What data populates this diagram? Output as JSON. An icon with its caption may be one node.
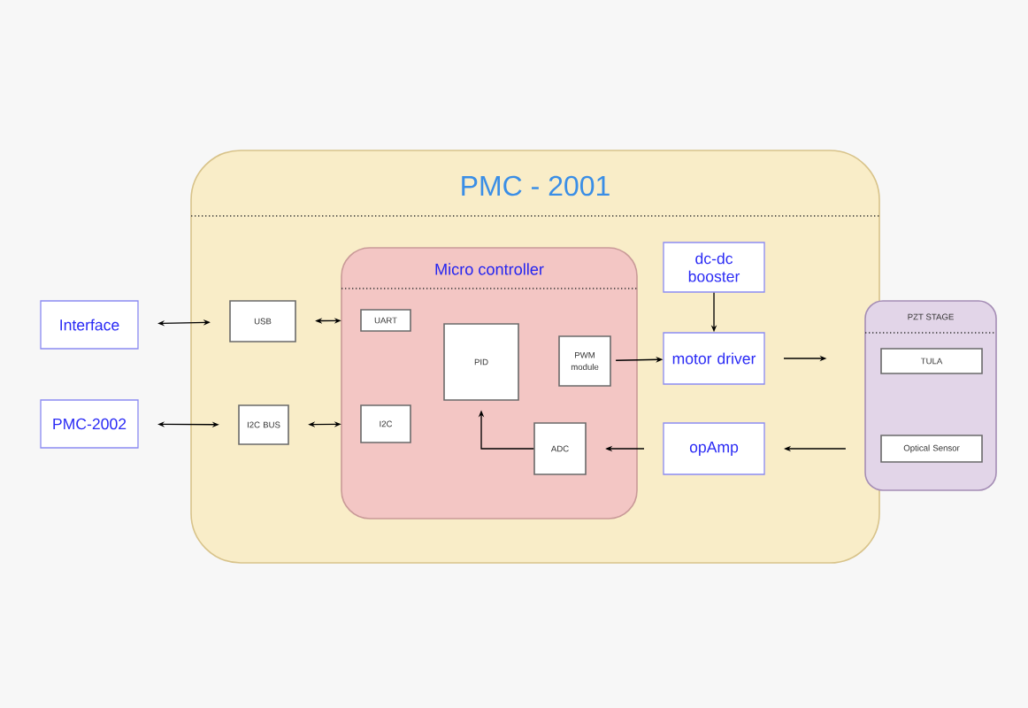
{
  "diagram": {
    "nodes": [
      {
        "text": [
          "PMC - 2001"
        ]
      },
      {
        "text": [
          "Micro controller"
        ],
        "in": 0
      },
      {
        "text": [
          "Interface"
        ]
      },
      {
        "text": [
          "PMC-2002"
        ]
      },
      {
        "text": [
          "USB"
        ],
        "in": 0
      },
      {
        "text": [
          "I2C BUS"
        ],
        "in": 0
      },
      {
        "text": [
          "UART"
        ],
        "in": 1
      },
      {
        "text": [
          "I2C"
        ],
        "in": 1
      },
      {
        "text": [
          "PID"
        ],
        "in": 1
      },
      {
        "text": [
          "PWM module"
        ],
        "in": 1
      },
      {
        "text": [
          "ADC"
        ],
        "in": 1
      },
      {
        "text": [
          "dc-dc booster"
        ],
        "in": 0
      },
      {
        "text": [
          "motor driver"
        ],
        "in": 0
      },
      {
        "text": [
          "opAmp"
        ],
        "in": 0
      },
      {
        "text": [
          "PZT STAGE"
        ]
      },
      {
        "text": [
          "TULA"
        ],
        "in": 14
      },
      {
        "text": [
          "Optical Sensor"
        ],
        "in": 14
      }
    ],
    "edges": [
      {
        "from": 2,
        "to": 4,
        "arrow": "both"
      },
      {
        "from": 3,
        "to": 5,
        "arrow": "both"
      },
      {
        "from": 4,
        "to": 6,
        "arrow": "both"
      },
      {
        "from": 5,
        "to": 7,
        "arrow": "both"
      },
      {
        "from": 9,
        "to": 12,
        "arrow": "to"
      },
      {
        "from": 11,
        "to": 12,
        "arrow": "to"
      },
      {
        "from": 12,
        "to": 14,
        "arrow": "to"
      },
      {
        "from": 14,
        "to": 13,
        "arrow": "to"
      },
      {
        "from": 13,
        "to": 10,
        "arrow": "to"
      },
      {
        "from": 10,
        "to": 8,
        "arrow": "to"
      }
    ]
  }
}
